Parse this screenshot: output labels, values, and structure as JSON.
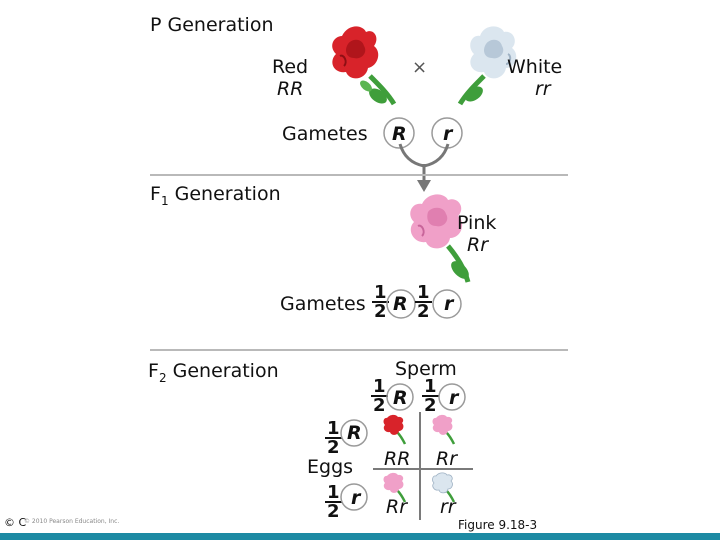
{
  "p_generation": {
    "title": "P Generation",
    "red_label": "Red",
    "red_genotype": "RR",
    "cross_symbol": "×",
    "white_label": "White",
    "white_genotype": "rr",
    "gametes_label": "Gametes",
    "gamete_left": "R",
    "gamete_right": "r"
  },
  "f1_generation": {
    "title_prefix": "F",
    "title_sub": "1",
    "title_suffix": " Generation",
    "pink_label": "Pink",
    "pink_genotype": "Rr",
    "gametes_label": "Gametes",
    "frac_num": "1",
    "frac_den": "2",
    "gamete_left": "R",
    "gamete_right": "r"
  },
  "f2_generation": {
    "title_prefix": "F",
    "title_sub": "2",
    "title_suffix": " Generation",
    "sperm_label": "Sperm",
    "eggs_label": "Eggs",
    "frac_num": "1",
    "frac_den": "2",
    "allele_R": "R",
    "allele_r": "r",
    "cells": [
      "RR",
      "Rr",
      "Rr",
      "rr"
    ]
  },
  "footer": {
    "copyright_symbol": "©",
    "copyright_fragment": "C",
    "publisher_note": "© 2010 Pearson Education, Inc.",
    "figure_label": "Figure 9.18-3"
  },
  "colors": {
    "red_flower": "#d8232a",
    "white_flower": "#dbe6ef",
    "pink_flower": "#f0a0c8",
    "leaf": "#3f9e3b",
    "rule": "#b9b9b9",
    "bar": "#1d8aa3"
  },
  "icons": [
    "red-flower-icon",
    "white-flower-icon",
    "pink-flower-icon",
    "branch-arrow-icon"
  ]
}
